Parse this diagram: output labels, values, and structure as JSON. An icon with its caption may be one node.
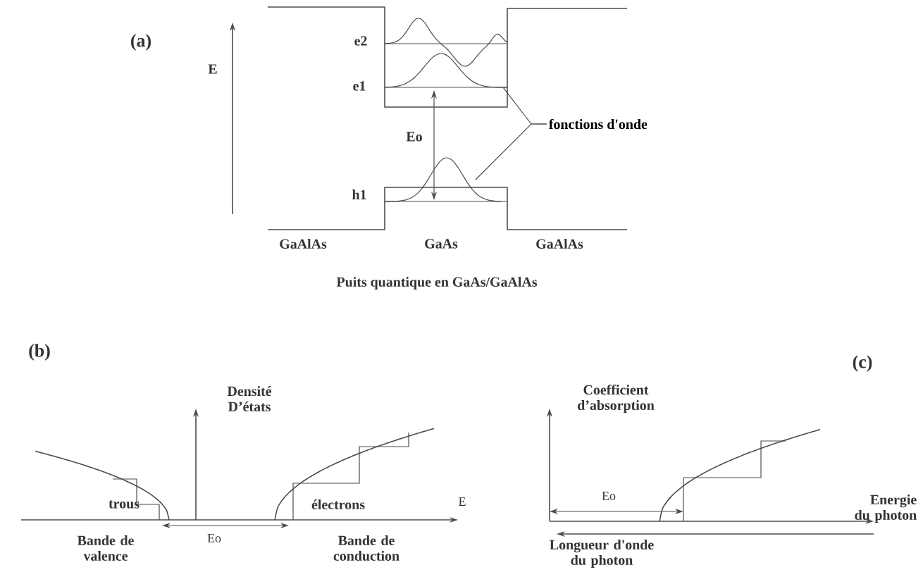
{
  "diagram": {
    "nodes": [
      {
        "text": [
          "fonctions d'onde"
        ]
      },
      {
        "text": [],
        "shape": "curve"
      },
      {
        "text": [],
        "shape": "curve"
      },
      {
        "text": [],
        "shape": "curve"
      }
    ],
    "edges": [
      {
        "from": 0,
        "to": 2,
        "arrow": "none"
      },
      {
        "from": 0,
        "to": 3,
        "arrow": "none"
      },
      {
        "from": 2,
        "to": 3,
        "arrow": "both",
        "label": "Eo"
      }
    ],
    "labels": [
      "(a)",
      "E",
      "e2",
      "e1",
      "h1",
      "GaAlAs",
      "GaAs",
      "GaAlAs",
      "Puits quantique en GaAs/GaAlAs",
      "(b)",
      "Densité D’états",
      "trous",
      "électrons",
      "E",
      "Bande de valence",
      "Eo",
      "Bande de conduction",
      "(c)",
      "Coefficient d’absorption",
      "Eo",
      "Energie du photon",
      "Longueur d'onde du photon"
    ]
  }
}
